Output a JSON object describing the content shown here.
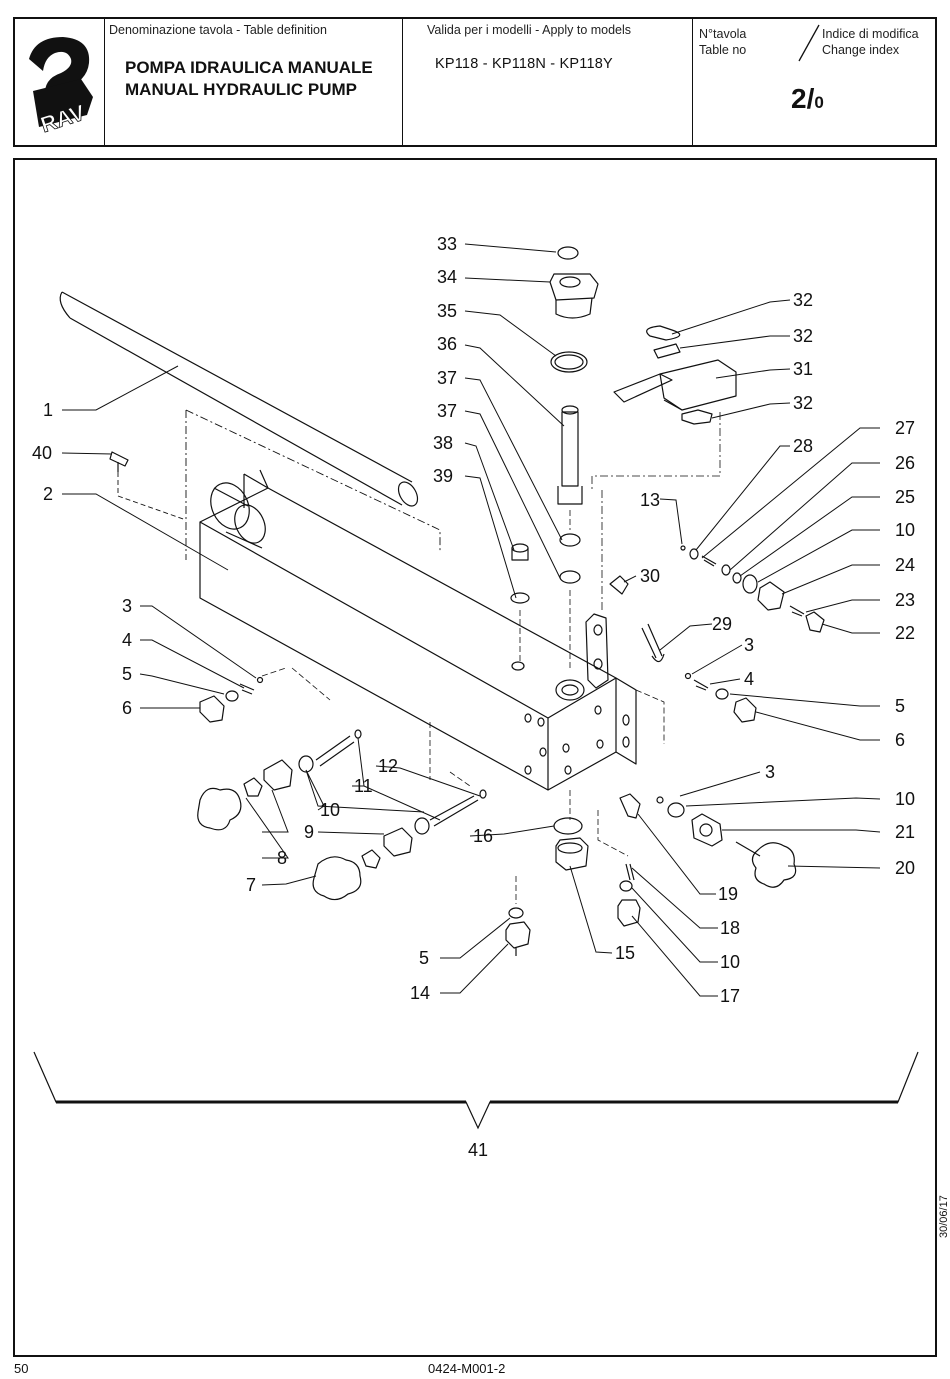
{
  "header": {
    "def_caption": "Denominazione tavola - Table definition",
    "title_it": "POMPA IDRAULICA MANUALE",
    "title_en": "MANUAL HYDRAULIC PUMP",
    "models_caption": "Valida per i modelli - Apply to models",
    "models": "KP118 - KP118N - KP118Y",
    "table_no_it": "N°tavola",
    "table_no_en": "Table no",
    "change_it": "Indice di modifica",
    "change_en": "Change index",
    "table_number": "2/",
    "change_index": "0",
    "logo_text": "RAV"
  },
  "labels": {
    "l1": "1",
    "l2": "2",
    "l3a": "3",
    "l3b": "3",
    "l3c": "3",
    "l4a": "4",
    "l4b": "4",
    "l5a": "5",
    "l5b": "5",
    "l5c": "5",
    "l6a": "6",
    "l6b": "6",
    "l7": "7",
    "l8": "8",
    "l9": "9",
    "l10a": "10",
    "l10b": "10",
    "l10c": "10",
    "l10d": "10",
    "l11": "11",
    "l12": "12",
    "l13": "13",
    "l14": "14",
    "l15": "15",
    "l16": "16",
    "l17": "17",
    "l18": "18",
    "l19": "19",
    "l20": "20",
    "l21": "21",
    "l22": "22",
    "l23": "23",
    "l24": "24",
    "l25": "25",
    "l26": "26",
    "l27": "27",
    "l28": "28",
    "l29": "29",
    "l30": "30",
    "l31": "31",
    "l32a": "32",
    "l32b": "32",
    "l32c": "32",
    "l33": "33",
    "l34": "34",
    "l35": "35",
    "l36": "36",
    "l37a": "37",
    "l37b": "37",
    "l38": "38",
    "l39": "39",
    "l40": "40",
    "l41": "41"
  },
  "footer": {
    "page": "50",
    "doc_code": "0424-M001-2",
    "date": "30/06/17"
  }
}
